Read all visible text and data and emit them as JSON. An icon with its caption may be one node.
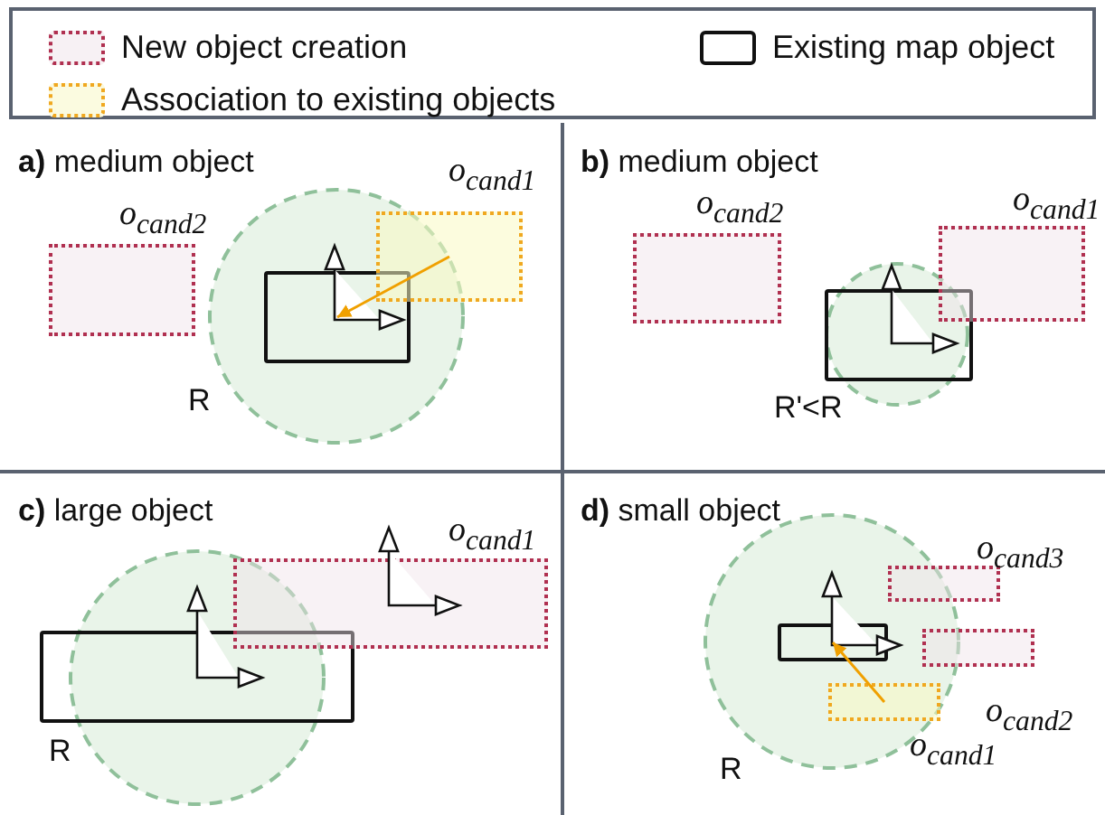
{
  "diagram": {
    "nodes": [
      {
        "text": [
          "**a)** medium object"
        ]
      },
      {
        "text": [],
        "shape": "circle",
        "in": 0,
        "beside": [
          "R"
        ]
      },
      {
        "text": [],
        "shape": "box",
        "in": 1
      },
      {
        "text": [],
        "shape": "box",
        "in": 0,
        "beside": [
          "o$_{cand2}$"
        ]
      },
      {
        "text": [],
        "shape": "box",
        "in": 0,
        "beside": [
          "o$_{cand1}$"
        ]
      },
      {
        "text": [
          "**b)** medium object"
        ]
      },
      {
        "text": [],
        "shape": "circle",
        "in": 5,
        "beside": [
          "R'<R"
        ]
      },
      {
        "text": [],
        "shape": "box",
        "in": 6
      },
      {
        "text": [],
        "shape": "box",
        "in": 5,
        "beside": [
          "o$_{cand2}$"
        ]
      },
      {
        "text": [],
        "shape": "box",
        "in": 5,
        "beside": [
          "o$_{cand1}$"
        ]
      },
      {
        "text": [
          "**c)** large object"
        ]
      },
      {
        "text": [],
        "shape": "circle",
        "in": 10,
        "beside": [
          "R"
        ]
      },
      {
        "text": [],
        "shape": "box",
        "in": 10
      },
      {
        "text": [],
        "shape": "box",
        "in": 10,
        "beside": [
          "o$_{cand1}$"
        ]
      },
      {
        "text": [
          "**d)** small object"
        ]
      },
      {
        "text": [],
        "shape": "circle",
        "in": 14,
        "beside": [
          "R"
        ]
      },
      {
        "text": [],
        "shape": "box",
        "in": 15
      },
      {
        "text": [],
        "shape": "box",
        "in": 14,
        "beside": [
          "o$_{cand3}$"
        ]
      },
      {
        "text": [],
        "shape": "box",
        "in": 14,
        "beside": [
          "o$_{cand2}$"
        ]
      },
      {
        "text": [],
        "shape": "box",
        "in": 15,
        "beside": [
          "o$_{cand1}$"
        ]
      }
    ],
    "edges": [
      {
        "from": 4,
        "to": 2,
        "arrow": "to",
        "color": "#f0a000"
      },
      {
        "from": 19,
        "to": 16,
        "arrow": "to",
        "color": "#f0a000"
      }
    ],
    "legend": [
      {
        "text": "New object creation",
        "color": "#f7f1f4"
      },
      {
        "text": "Association to existing objects",
        "color": "#fbfbe0"
      },
      {
        "text": "Existing map object"
      }
    ]
  }
}
